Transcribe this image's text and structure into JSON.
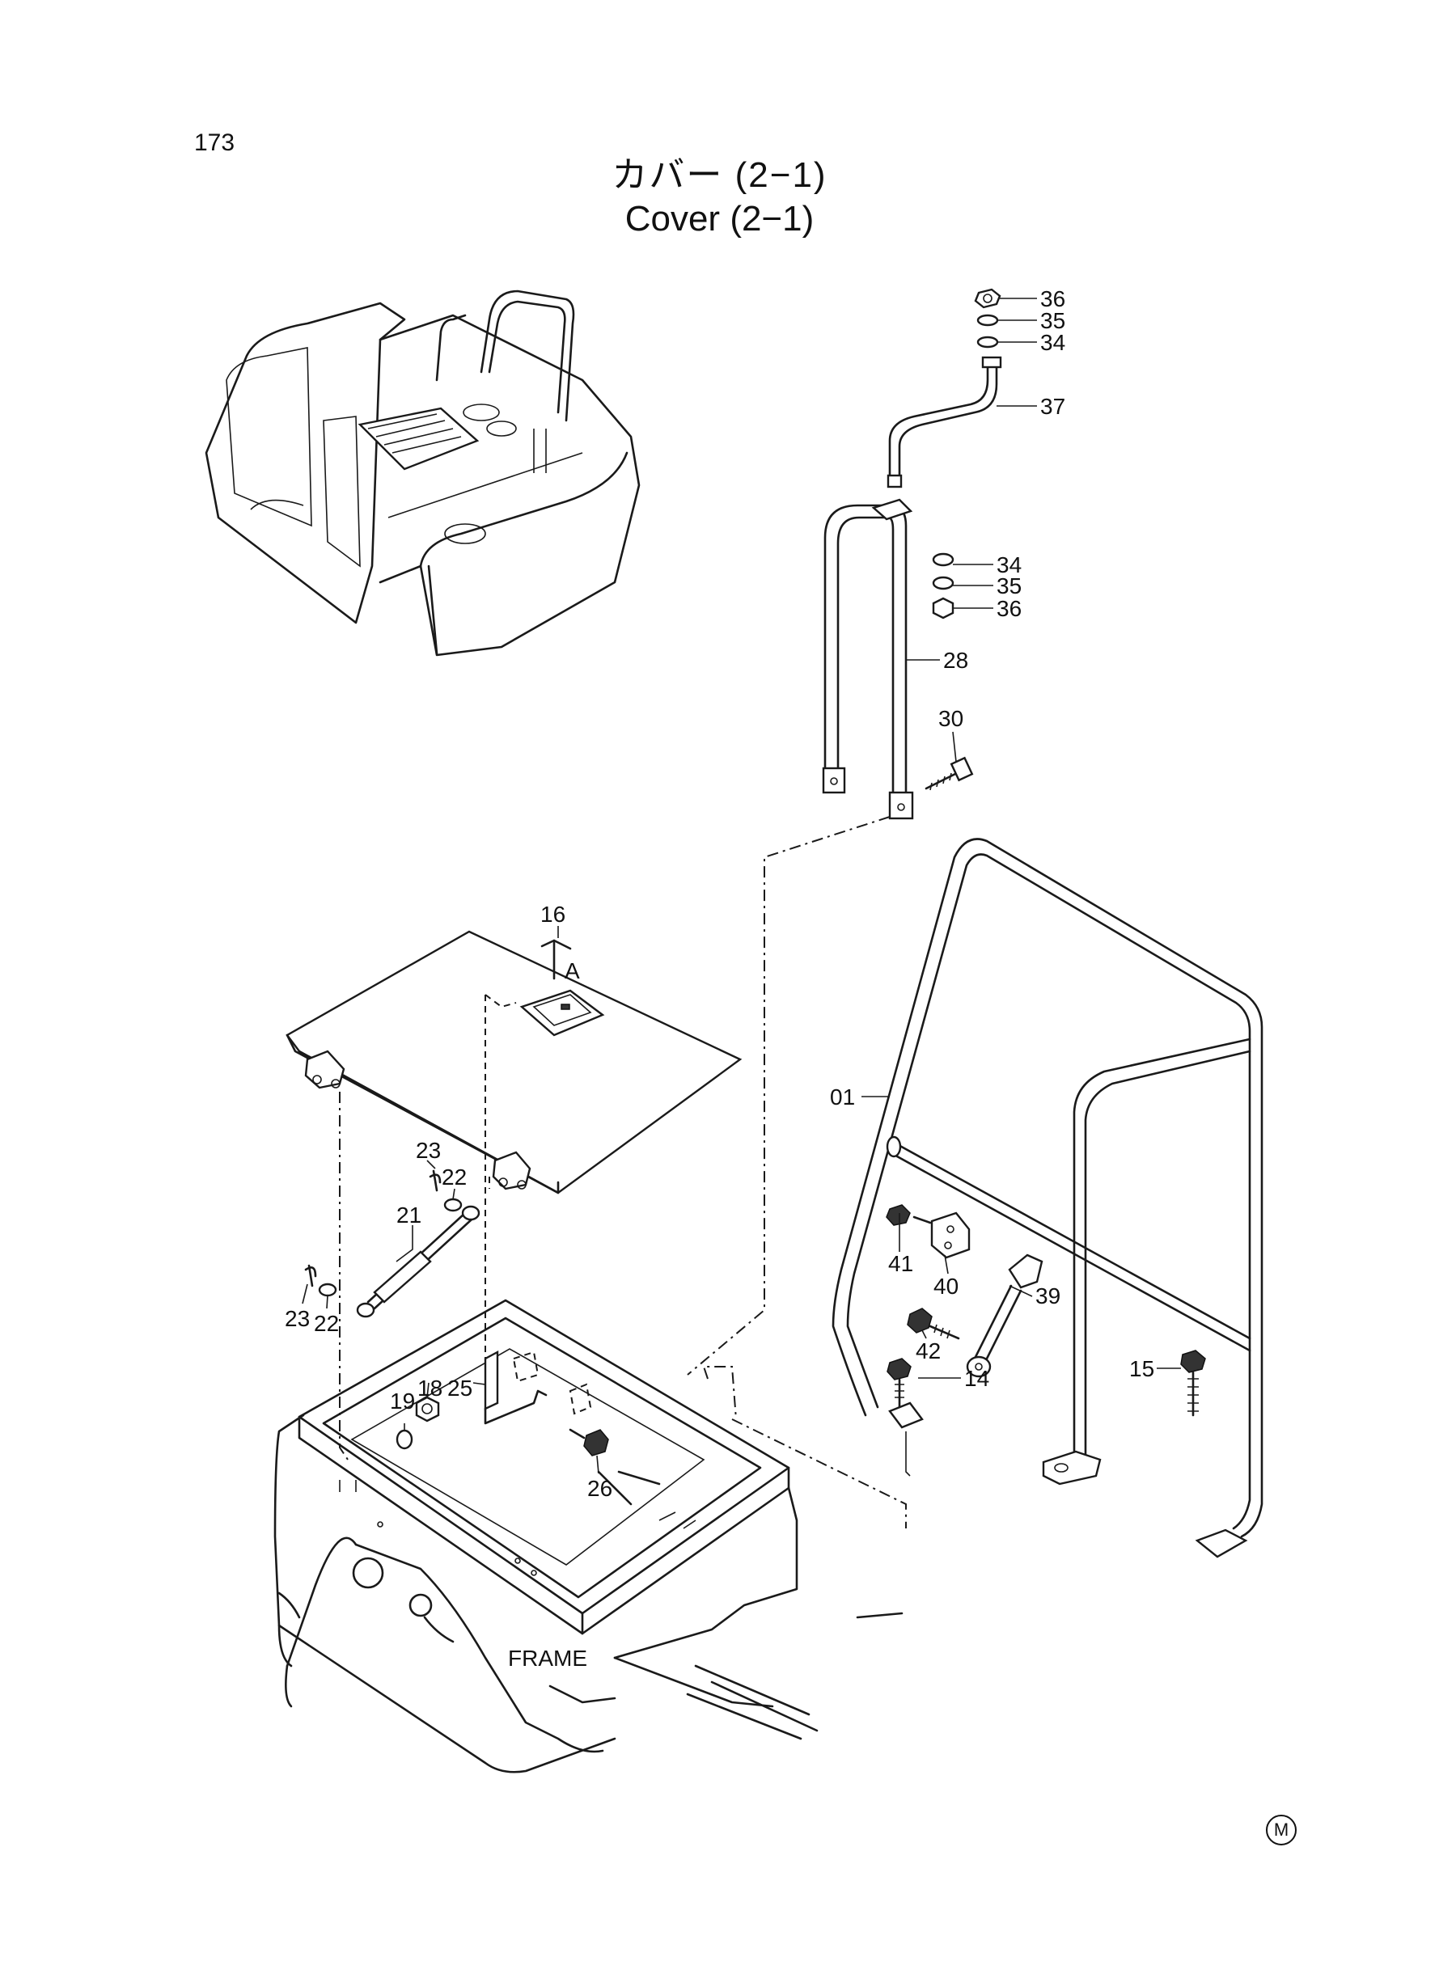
{
  "page_number": "173",
  "title_jp": "カバー (2−1)",
  "title_en": "Cover (2−1)",
  "frame_label": "FRAME",
  "view_marker": "A",
  "manufacturer_mark": "M",
  "callouts": {
    "c36a": "36",
    "c35a": "35",
    "c34a": "34",
    "c37": "37",
    "c34b": "34",
    "c35b": "35",
    "c36b": "36",
    "c28": "28",
    "c30": "30",
    "c16": "16",
    "c01": "01",
    "c23a": "23",
    "c22a": "22",
    "c21": "21",
    "c23b": "23",
    "c22b": "22",
    "c41": "41",
    "c40": "40",
    "c39": "39",
    "c42": "42",
    "c14": "14",
    "c15": "15",
    "c19": "19",
    "c18": "18",
    "c25": "25",
    "c26": "26"
  }
}
